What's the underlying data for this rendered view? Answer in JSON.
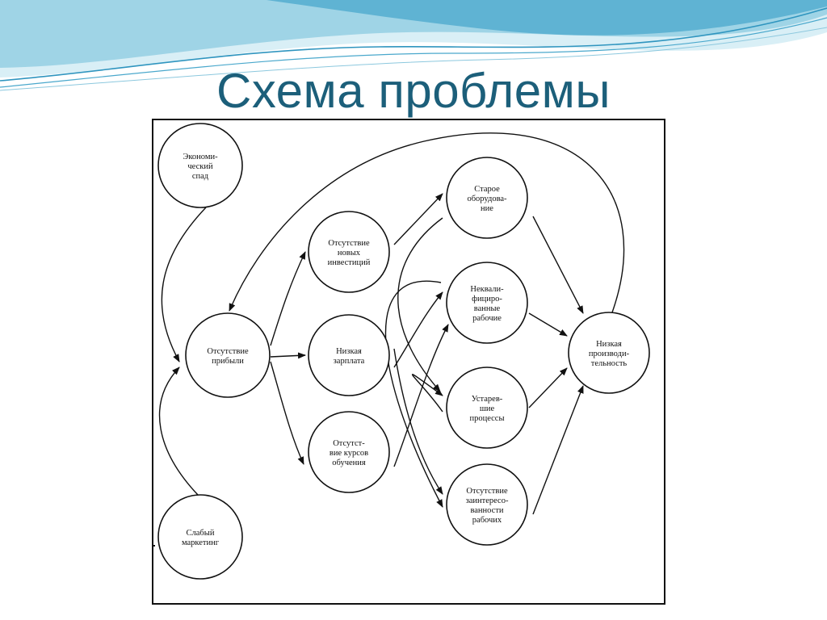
{
  "slide": {
    "title": "Схема проблемы"
  },
  "diagram": {
    "nodes": [
      {
        "id": "economic-decline",
        "lines": [
          "Экономи-",
          "ческий",
          "спад"
        ]
      },
      {
        "id": "no-profit",
        "lines": [
          "Отсутствие",
          "прибыли"
        ]
      },
      {
        "id": "weak-marketing",
        "lines": [
          "Слабый",
          "маркетинг"
        ]
      },
      {
        "id": "no-new-investments",
        "lines": [
          "Отсутствие",
          "новых",
          "инвестиций"
        ]
      },
      {
        "id": "low-salary",
        "lines": [
          "Низкая",
          "зарплата"
        ]
      },
      {
        "id": "no-training-courses",
        "lines": [
          "Отсутст-",
          "вие курсов",
          "обучения"
        ]
      },
      {
        "id": "old-equipment",
        "lines": [
          "Старое",
          "оборудова-",
          "ние"
        ]
      },
      {
        "id": "unqualified-workers",
        "lines": [
          "Неквали-",
          "фициро-",
          "ванные",
          "рабочие"
        ]
      },
      {
        "id": "outdated-processes",
        "lines": [
          "Устарев-",
          "шие",
          "процессы"
        ]
      },
      {
        "id": "workers-lack-interest",
        "lines": [
          "Отсутствие",
          "заинтересо-",
          "ванности",
          "рабочих"
        ]
      },
      {
        "id": "low-productivity",
        "lines": [
          "Низкая",
          "производи-",
          "тельность"
        ]
      }
    ],
    "edges": [
      {
        "from": "economic-decline",
        "to": "no-profit"
      },
      {
        "from": "weak-marketing",
        "to": "no-profit"
      },
      {
        "from": "no-profit",
        "to": "no-new-investments"
      },
      {
        "from": "no-profit",
        "to": "low-salary"
      },
      {
        "from": "no-profit",
        "to": "no-training-courses"
      },
      {
        "from": "no-new-investments",
        "to": "old-equipment"
      },
      {
        "from": "no-new-investments",
        "to": "outdated-processes"
      },
      {
        "from": "low-salary",
        "to": "unqualified-workers"
      },
      {
        "from": "low-salary",
        "to": "workers-lack-interest"
      },
      {
        "from": "no-training-courses",
        "to": "unqualified-workers"
      },
      {
        "from": "old-equipment",
        "to": "low-productivity"
      },
      {
        "from": "unqualified-workers",
        "to": "low-productivity"
      },
      {
        "from": "outdated-processes",
        "to": "low-productivity"
      },
      {
        "from": "workers-lack-interest",
        "to": "low-productivity"
      },
      {
        "from": "low-productivity",
        "to": "no-profit"
      },
      {
        "from": "unqualified-workers",
        "to": "workers-lack-interest"
      },
      {
        "from": "old-equipment",
        "to": "outdated-processes"
      }
    ],
    "colors": {
      "title": "#1c5f7a",
      "wave_light": "#bfe3ee",
      "wave_mid": "#7cc4dc",
      "wave_dark": "#2f95bf",
      "ink": "#111111"
    }
  }
}
